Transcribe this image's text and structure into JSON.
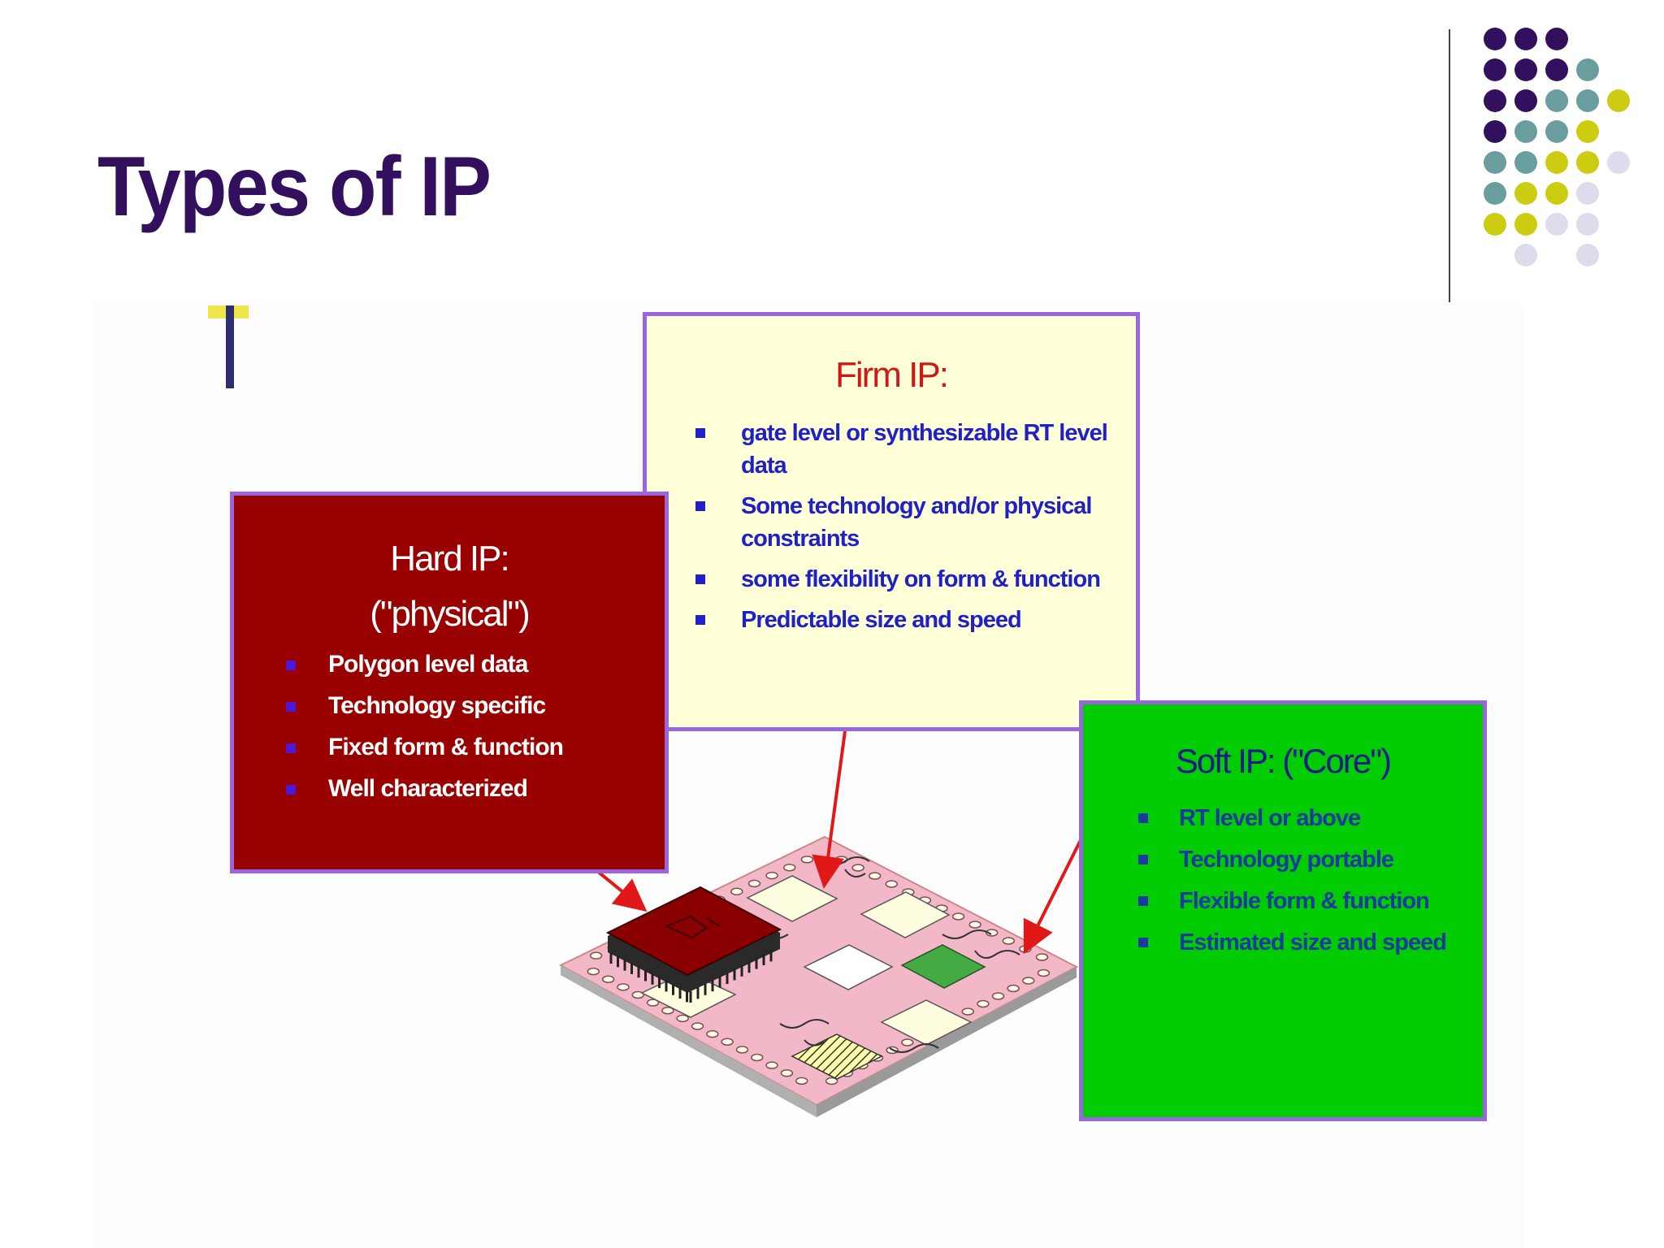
{
  "slide": {
    "title": "Types of IP"
  },
  "decoration": {
    "dot_colors": {
      "purple": "#33105e",
      "teal": "#6a9e9e",
      "olive": "#cccc11",
      "lavender": "#dcdcec"
    }
  },
  "firm_ip": {
    "title": "Firm IP:",
    "items": [
      "gate level or synthesizable RT level data",
      "Some technology and/or physical constraints",
      "some flexibility on form & function",
      "Predictable size and speed"
    ]
  },
  "hard_ip": {
    "title": "Hard IP:",
    "subtitle": "(\"physical\")",
    "items": [
      "Polygon level data",
      "Technology specific",
      "Fixed form & function",
      "Well characterized"
    ]
  },
  "soft_ip": {
    "title": "Soft IP: (\"Core\")",
    "items": [
      "RT level or above",
      "Technology portable",
      "Flexible form & function",
      "Estimated size and speed"
    ]
  },
  "colors": {
    "title": "#33105e",
    "firm_bg": "#ffffd8",
    "hard_bg": "#990000",
    "soft_bg": "#00cc00",
    "box_border": "#9966dd",
    "arrow": "#e01818",
    "chip_board": "#f2b8c8"
  }
}
